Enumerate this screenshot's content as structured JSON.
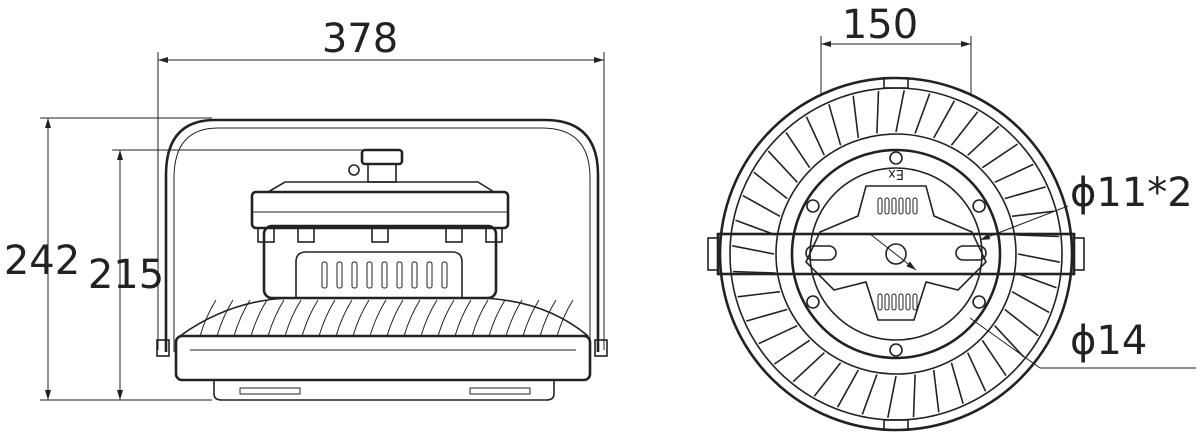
{
  "dimensions": {
    "side_width": "378",
    "side_height_outer": "242",
    "side_height_inner": "215",
    "front_width": "150",
    "bolt_hole": "ϕ11*2",
    "center_hole": "ϕ14"
  },
  "marks": {
    "ex_mark": "Ex"
  },
  "colors": {
    "ink": "#222222",
    "background": "#ffffff"
  }
}
